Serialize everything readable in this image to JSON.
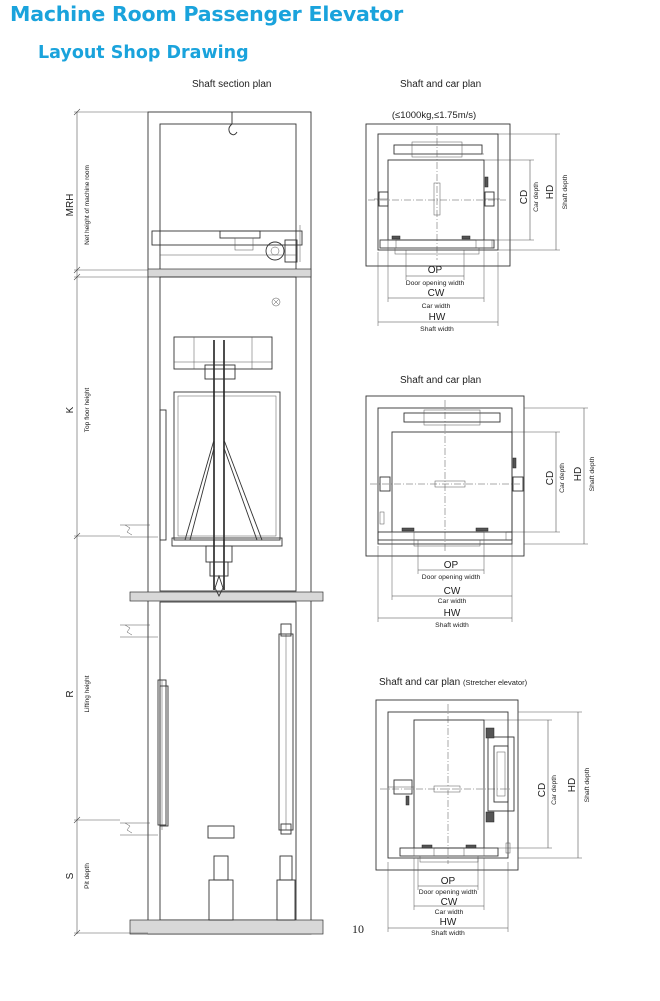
{
  "header": {
    "title": "Machine Room Passenger Elevator",
    "subtitle": "Layout Shop Drawing"
  },
  "section_plan": {
    "title": "Shaft section plan",
    "labels": {
      "mrh": "MRH",
      "mrh_desc": "Net height of machine room",
      "k": "K",
      "k_desc": "Top floor height",
      "r": "R",
      "r_desc": "Lifting height",
      "s": "S",
      "s_desc": "Pit depth"
    }
  },
  "plan1": {
    "title": "Shaft and car plan",
    "note": "(≤1000kg,≤1.75m/s)",
    "labels": {
      "op": "OP",
      "op_desc": "Door opening width",
      "cw": "CW",
      "cw_desc": "Car width",
      "hw": "HW",
      "hw_desc": "Shaft width",
      "cd": "CD",
      "cd_desc": "Car depth",
      "hd": "HD",
      "hd_desc": "Shaft depth"
    }
  },
  "plan2": {
    "title": "Shaft and car plan",
    "labels": {
      "op": "OP",
      "op_desc": "Door opening width",
      "cw": "CW",
      "cw_desc": "Car width",
      "hw": "HW",
      "hw_desc": "Shaft width",
      "cd": "CD",
      "cd_desc": "Car depth",
      "hd": "HD",
      "hd_desc": "Shaft depth"
    }
  },
  "plan3": {
    "title": "Shaft and car plan",
    "title_note": "(Stretcher elevator)",
    "labels": {
      "op": "OP",
      "op_desc": "Door opening width",
      "cw": "CW",
      "cw_desc": "Car width",
      "hw": "HW",
      "hw_desc": "Shaft width",
      "cd": "CD",
      "cd_desc": "Car depth",
      "hd": "HD",
      "hd_desc": "Shaft depth"
    }
  },
  "footer": {
    "page_number": "10"
  }
}
